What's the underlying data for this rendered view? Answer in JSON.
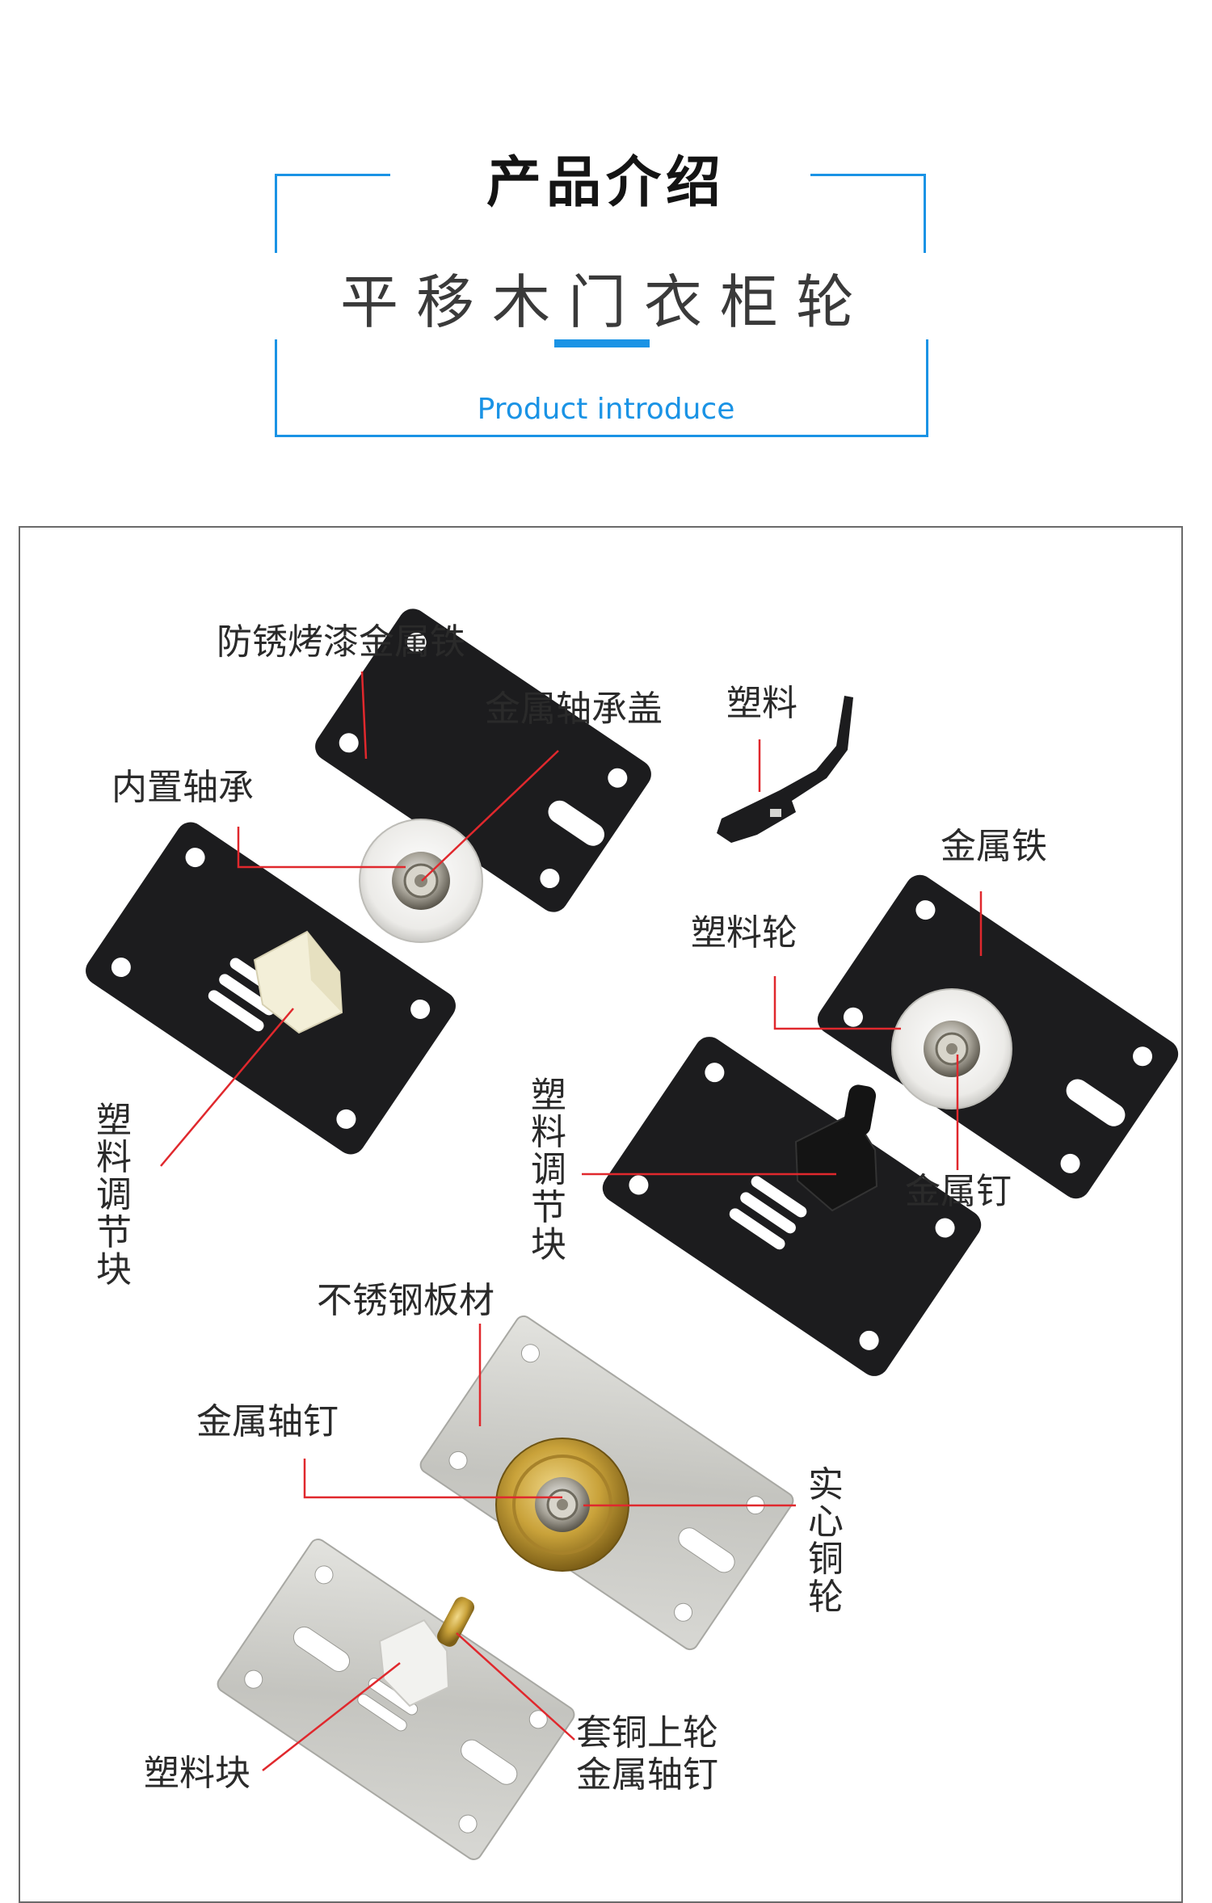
{
  "header": {
    "title": "产品介绍",
    "subtitle": "平移木门衣柜轮",
    "subtitle_en": "Product introduce"
  },
  "colors": {
    "accent": "#1a93e5",
    "callout_line": "#e0282d",
    "black_plate": "#1c1c1e",
    "steel_plate": "#cfcfcb",
    "brass": "#c9a23a",
    "plastic_white": "#f2f2ef",
    "plastic_cream": "#f3efd8"
  },
  "labels": {
    "black_set_a": {
      "coating": "防锈烤漆金属铁",
      "bearing_cover": "金属轴承盖",
      "inner_bearing": "内置轴承",
      "adjust_block": "塑料调节块"
    },
    "clip": {
      "plastic": "塑料"
    },
    "black_set_b": {
      "metal_iron": "金属铁",
      "plastic_wheel": "塑料轮",
      "adjust_block": "塑料调节块",
      "metal_pin": "金属钉"
    },
    "steel_set": {
      "plate": "不锈钢板材",
      "axle_pin": "金属轴钉",
      "copper_wheel": "实心铜轮",
      "plastic_block": "塑料块",
      "upper_wheel_pin_line1": "套铜上轮",
      "upper_wheel_pin_line2": "金属轴钉"
    }
  }
}
